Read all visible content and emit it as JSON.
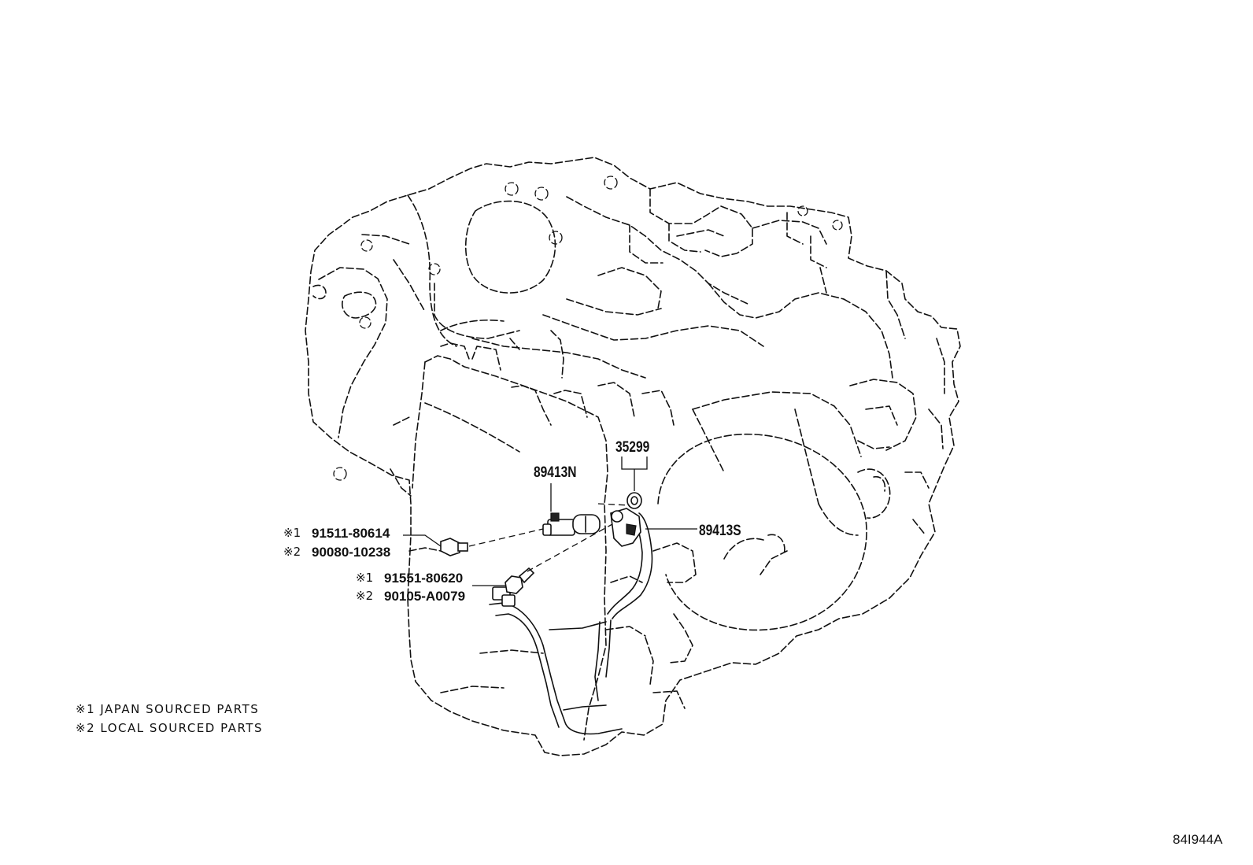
{
  "callouts": {
    "oil_cooler_part": "35299",
    "speed_sensor_n": "89413N",
    "speed_sensor_s": "89413S",
    "bolt_a": {
      "japan_mark": "※1",
      "japan_number": "91511-80614",
      "local_mark": "※2",
      "local_number": "90080-10238"
    },
    "bolt_b": {
      "japan_mark": "※1",
      "japan_number": "91551-80620",
      "local_mark": "※2",
      "local_number": "90105-A0079"
    }
  },
  "legend": {
    "note_1": "※1 JAPAN SOURCED PARTS",
    "note_2": "※2 LOCAL SOURCED PARTS"
  },
  "diagram_code": "84I944A",
  "colors": {
    "line": "#111111",
    "background": "#ffffff"
  }
}
